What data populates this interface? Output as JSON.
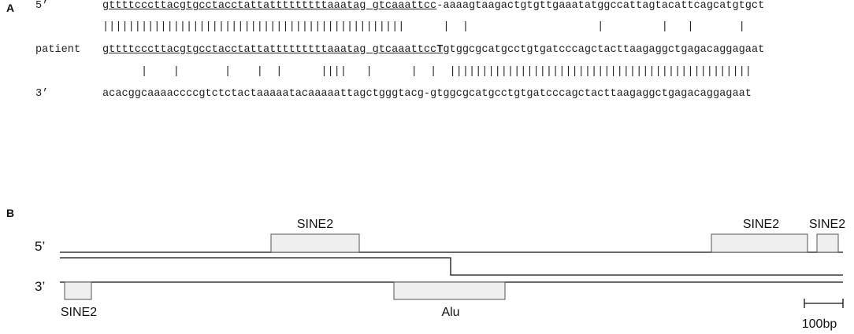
{
  "panelA": {
    "label": "A",
    "row1": {
      "label": "5’",
      "underlined": "gttttcccttacgtgcctacctattatttttttttaaatag gtcaaattcc",
      "rest": "-aaaagtaagactgtgttgaaatatggccattagtacattcagcatgtgct"
    },
    "match1": "|||||||||||||||||||||||||||||||||||||||||||||||      |  |                    |         |   |       |",
    "row2": {
      "label": "patient",
      "underlined": "gttttcccttacgtgcctacctattatttttttttaaatag gtcaaattcc",
      "bold": "T",
      "rest": "gtggcgcatgcctgtgatcccagctacttaagaggctgagacaggagaat"
    },
    "match2": "      |    |       |    |  |      ||||   |      |  |  |||||||||||||||||||||||||||||||||||||||||||||||",
    "row3": {
      "label": "3’",
      "seq": "acacggcaaaaccccgtctctactaaaaatacaaaaattagctgggtacg-gtggcgcatgcctgtgatcccagctacttaagaggctgagacaggagaat"
    }
  },
  "panelB": {
    "label": "B",
    "strand5": "5’",
    "strand3": "3’",
    "elements": {
      "sine2_a": "SINE2",
      "sine2_b": "SINE2",
      "sine2_c": "SINE2",
      "sine2_d": "SINE2",
      "alu": "Alu"
    },
    "scale": "100bp",
    "colors": {
      "box_fill": "#efefef",
      "box_stroke": "#555555",
      "line": "#111111"
    }
  }
}
